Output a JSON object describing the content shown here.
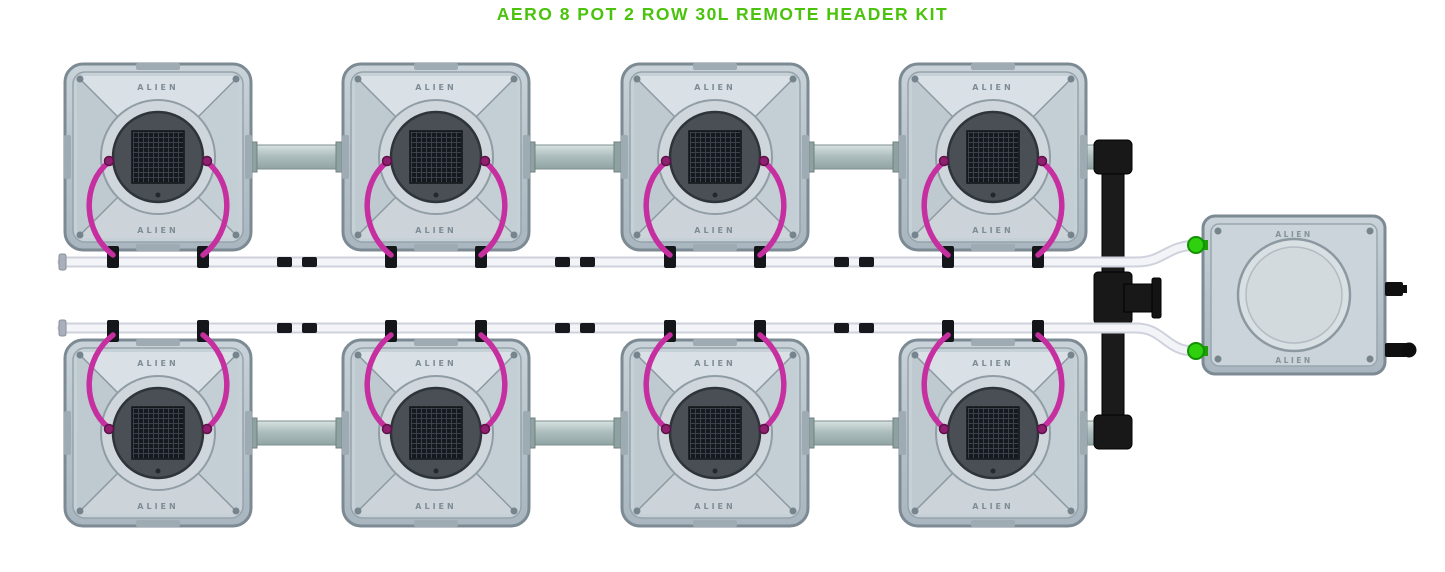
{
  "title": "AERO 8 POT 2 ROW 30L REMOTE HEADER KIT",
  "brand": "ALIEN",
  "system": {
    "pot_count": 8,
    "rows": 2,
    "pots_per_row": 4,
    "pot_volume": "30L",
    "header_type": "REMOTE HEADER",
    "components": [
      "aero-pot",
      "interconnect-pipe",
      "manifold-tube",
      "pot-connector",
      "corner-elbow",
      "tee-fitting",
      "return-pipe",
      "header-tank",
      "inlet-valve",
      "outlet-spout",
      "drip-tube"
    ]
  },
  "colors": {
    "title_green": "#4bc30d",
    "valve_green": "#2fd00e",
    "drip_tube_magenta": "#c62fa0",
    "pot_body_gray": "#c6d0d7",
    "pipe_gray": "#aebebe",
    "manifold_white": "#f3f4f8",
    "fitting_black": "#181818"
  }
}
